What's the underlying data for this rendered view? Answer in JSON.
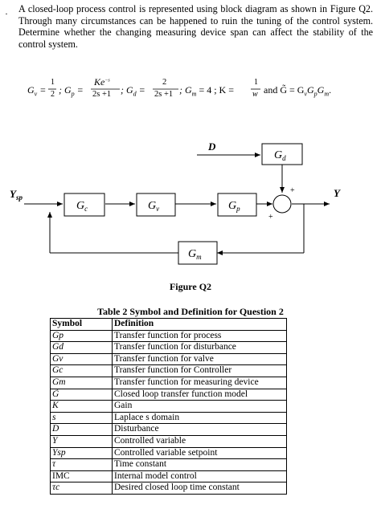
{
  "question": {
    "bullet": "·",
    "text": "A closed-loop process control is represented using block diagram as shown in Figure Q2. Through many circumstances can be happened to ruin the tuning of the control system. Determine whether the changing measuring device span can affect the stability of the control system."
  },
  "formula": {
    "gv_lhs": "G",
    "gv_sub": "v",
    "gv_num": "1",
    "gv_den": "2",
    "sep1": "; G",
    "gp_sub": "p",
    "gp_num": "Ke",
    "gp_exp": "−s",
    "gp_den": "2s +1",
    "sep2": "; G",
    "gd_sub": "d",
    "gd_num": "2",
    "gd_den": "2s +1",
    "gm": "; G",
    "gm_sub": "m",
    "gm_val": "= 4 ; K =",
    "k_num": "1",
    "k_den": "w",
    "tail": "and G̃ = G",
    "tail_subs": "v",
    "tail_g2": "G",
    "tail_sub2": "p",
    "tail_g3": "G",
    "tail_sub3": "m",
    "tail_end": "."
  },
  "diagram": {
    "input_label": "Y",
    "input_sub": "sp",
    "output_label": "Y",
    "disturbance_label": "D",
    "blocks": {
      "gc": {
        "main": "G",
        "sub": "c"
      },
      "gv": {
        "main": "G",
        "sub": "v"
      },
      "gp": {
        "main": "G",
        "sub": "p"
      },
      "gd": {
        "main": "G",
        "sub": "d"
      },
      "gm": {
        "main": "G",
        "sub": "m"
      }
    },
    "plus_top": "+",
    "plus_bottom": "+",
    "figure_caption": "Figure Q2"
  },
  "table": {
    "title": "Table 2 Symbol and Definition for Question 2",
    "headers": [
      "Symbol",
      "Definition"
    ],
    "rows": [
      {
        "symbol": "Gp",
        "definition": "Transfer function for process"
      },
      {
        "symbol": "Gd",
        "definition": "Transfer function for disturbance"
      },
      {
        "symbol": "Gv",
        "definition": "Transfer function for valve"
      },
      {
        "symbol": "Gc",
        "definition": "Transfer function for Controller"
      },
      {
        "symbol": "Gm",
        "definition": "Transfer function for measuring device"
      },
      {
        "symbol": "G̃",
        "definition": "Closed loop transfer function model"
      },
      {
        "symbol": "K",
        "definition": "Gain"
      },
      {
        "symbol": "s",
        "definition": "Laplace s domain"
      },
      {
        "symbol": "D",
        "definition": "Disturbance"
      },
      {
        "symbol": "Y",
        "definition": "Controlled variable"
      },
      {
        "symbol": "Ysp",
        "definition": "Controlled variable setpoint"
      },
      {
        "symbol": "τ",
        "definition": "Time constant"
      },
      {
        "symbol": "IMC",
        "definition": "Internal model control"
      },
      {
        "symbol": "τc",
        "definition": "Desired closed loop time constant"
      }
    ]
  }
}
